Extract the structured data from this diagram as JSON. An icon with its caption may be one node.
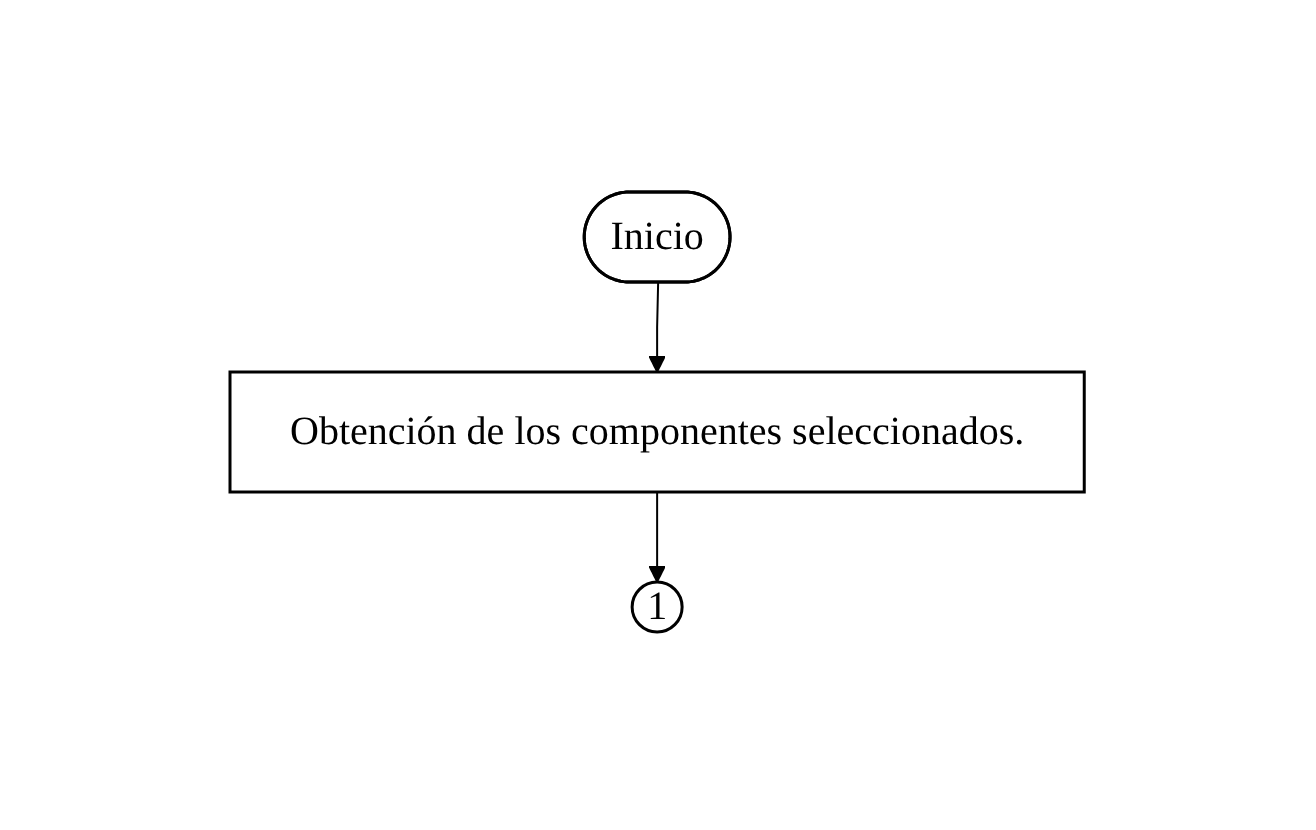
{
  "diagram": {
    "nodes": [
      {
        "text": [
          "Inicio"
        ]
      },
      {
        "text": [
          "Obtención de los componentes seleccionados."
        ]
      },
      {
        "text": [
          "1"
        ]
      }
    ],
    "edges": [
      {
        "from": 0,
        "to": 1,
        "arrow": "to"
      },
      {
        "from": 1,
        "to": 2,
        "arrow": "to"
      }
    ]
  }
}
